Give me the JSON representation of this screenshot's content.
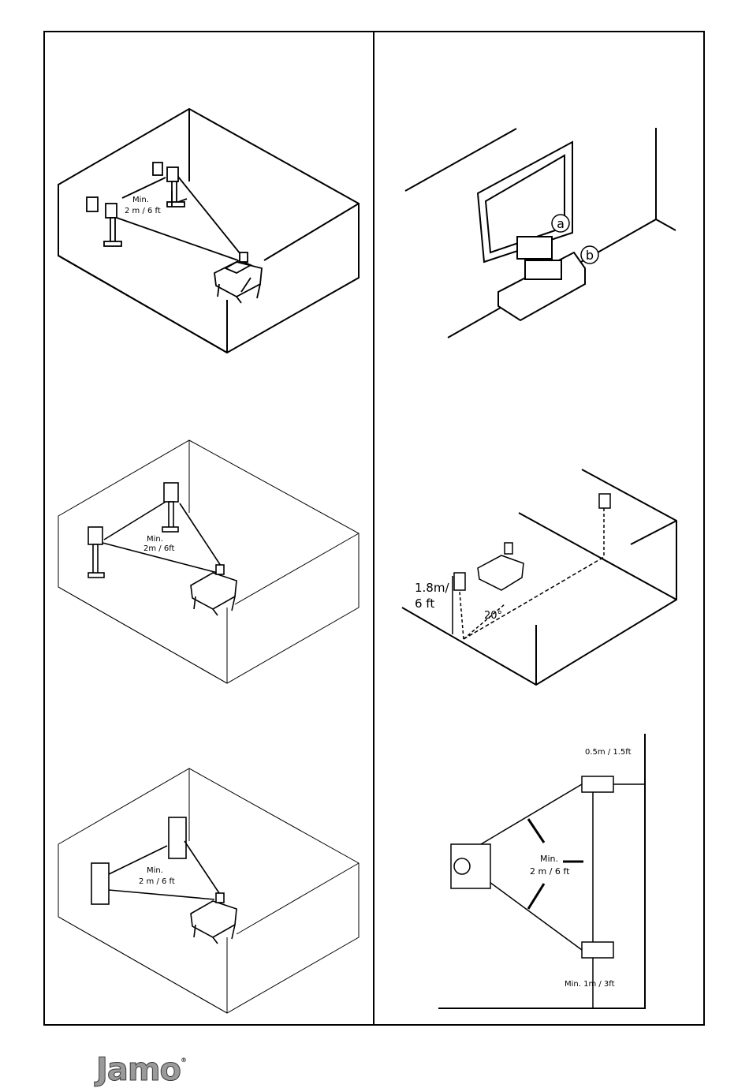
{
  "brand": {
    "logo_text": "Jamo",
    "registered": "®"
  },
  "fig1": {
    "min": "Min.",
    "dist": "2 m / 6 ft"
  },
  "fig2": {
    "min": "Min.",
    "dist": "2m /  6ft"
  },
  "fig3": {
    "min": "Min.",
    "dist": "2 m / 6 ft"
  },
  "fig4": {
    "label_a": "a",
    "label_b": "b"
  },
  "fig5": {
    "height_1": "1.8m/",
    "height_2": "6 ft",
    "angle": "20°"
  },
  "fig6": {
    "wall_gap": "0.5m / 1.5ft",
    "min": "Min.",
    "dist": "2 m / 6 ft",
    "rear_gap": "Min. 1m / 3ft"
  }
}
